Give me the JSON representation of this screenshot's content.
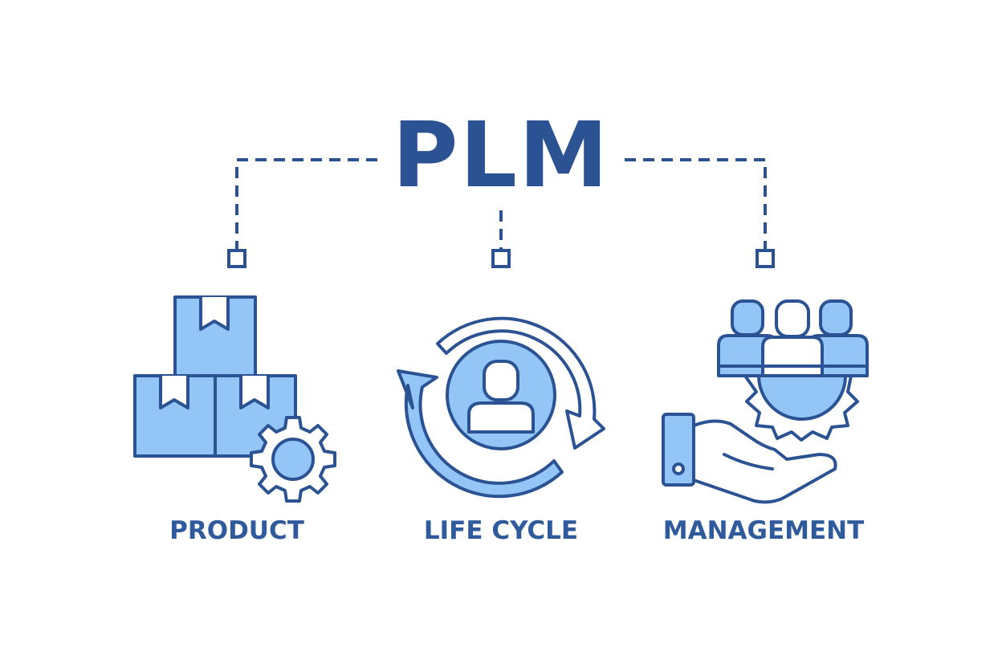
{
  "title": "PLM",
  "labels": {
    "product": "PRODUCT",
    "life_cycle": "LIFE CYCLE",
    "management": "MANAGEMENT"
  },
  "colors": {
    "stroke": "#2b5393",
    "fill": "#93c5f7",
    "text": "#2f5a9c",
    "background": "#ffffff"
  },
  "icons": {
    "product": [
      "boxes-icon",
      "gear-icon"
    ],
    "life_cycle": [
      "cycle-arrows-icon",
      "person-icon"
    ],
    "management": [
      "team-icon",
      "gear-icon",
      "hand-icon"
    ]
  }
}
